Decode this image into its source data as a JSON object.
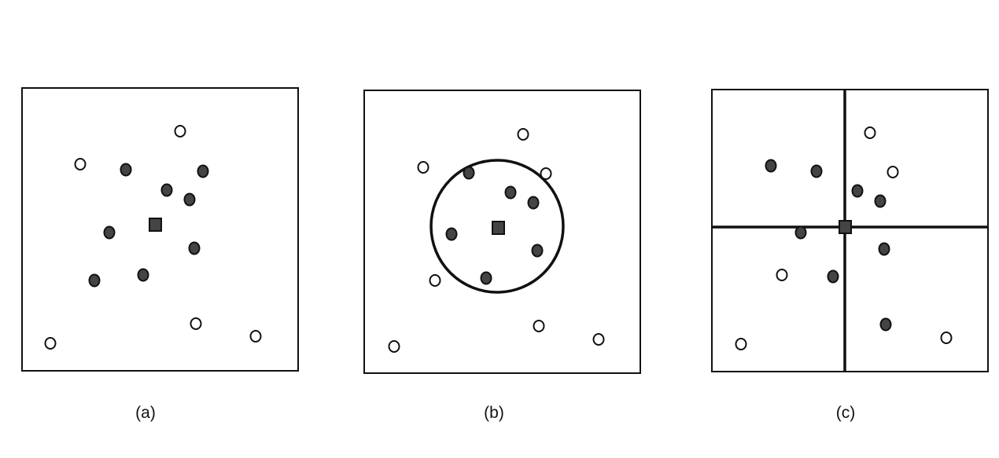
{
  "colors": {
    "stroke": "#111111",
    "filled_point": "#444444",
    "hollow_point": "#ffffff",
    "query_marker": "#444444"
  },
  "panels": [
    {
      "id": "a",
      "caption": "(a)",
      "overlay": "none",
      "marker": "query-square"
    },
    {
      "id": "b",
      "caption": "(b)",
      "overlay": "circle",
      "marker": "query-square"
    },
    {
      "id": "c",
      "caption": "(c)",
      "overlay": "quadrant-lines",
      "marker": "query-square"
    }
  ]
}
